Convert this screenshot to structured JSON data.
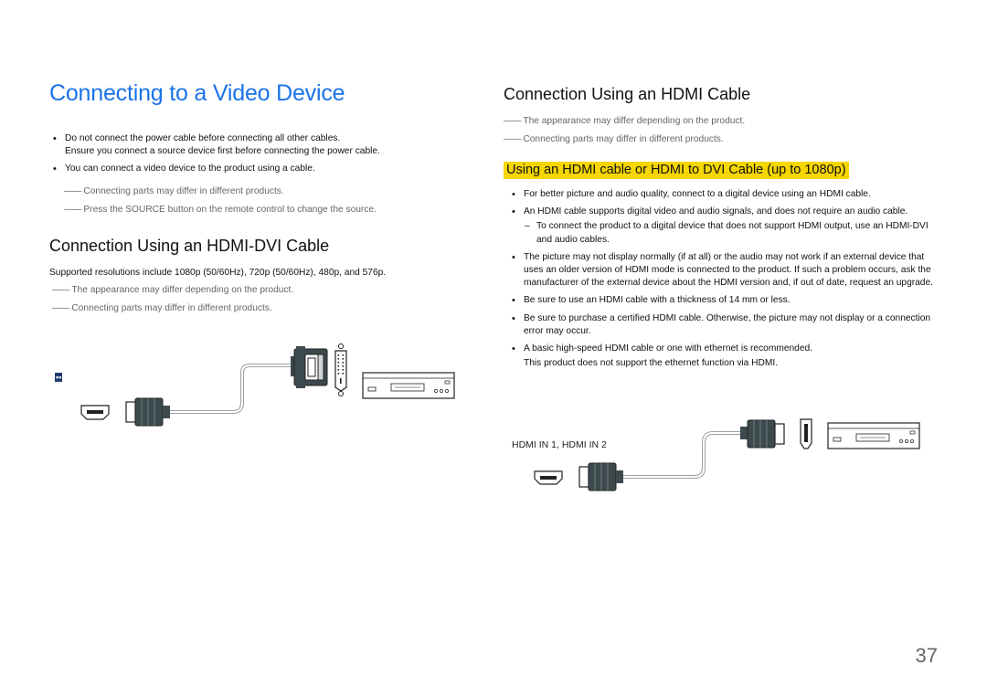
{
  "page": {
    "title": "Connecting to a Video Device",
    "number": "37"
  },
  "left": {
    "bullets": [
      {
        "line1": "Do not connect the power cable before connecting all other cables.",
        "line2": "Ensure you connect a source device first before connecting the power cable."
      },
      {
        "line1": "You can connect a video device to the product using a cable."
      }
    ],
    "notes": [
      "Connecting parts may differ in different products.",
      "Press the SOURCE button on the remote control to change the source."
    ],
    "hdmi_dvi": {
      "heading": "Connection Using an HDMI-DVI Cable",
      "resolutions": "Supported resolutions include 1080p (50/60Hz), 720p (50/60Hz), 480p, and 576p.",
      "notes": [
        "The appearance may differ depending on the product.",
        "Connecting parts may differ in different products."
      ],
      "port_label": "▪▪"
    }
  },
  "right": {
    "heading": "Connection Using an HDMI Cable",
    "notes": [
      "The appearance may differ depending on the product.",
      "Connecting parts may differ in different products."
    ],
    "subheading": "Using an HDMI cable or HDMI to DVI Cable (up to 1080p)",
    "bullets": [
      {
        "text": "For better picture and audio quality, connect to a digital device using an HDMI cable."
      },
      {
        "text": "An HDMI cable supports digital video and audio signals, and does not require an audio cable.",
        "dash": "To connect the product to a digital device that does not support HDMI output, use an HDMI-DVI and audio cables."
      },
      {
        "text": "The picture may not display normally (if at all) or the audio may not work if an external device that uses an older version of HDMI mode is connected to the product. If such a problem occurs, ask the manufacturer of the external device about the HDMI version and, if out of date, request an upgrade."
      },
      {
        "text": "Be sure to use an HDMI cable with a thickness of 14 mm or less."
      },
      {
        "text": "Be sure to purchase a certified HDMI cable. Otherwise, the picture may not display or a connection error may occur."
      },
      {
        "text": "A basic high-speed HDMI cable or one with ethernet is recommended.",
        "sub": "This product does not support the ethernet function via HDMI."
      }
    ],
    "port_label": "HDMI IN 1, HDMI IN 2"
  },
  "colors": {
    "title": "#1a73e8",
    "highlight": "#f5d600",
    "connector": "#3d4a4d"
  },
  "icons": [
    "hdmi-port-icon",
    "hdmi-plug-icon",
    "dvi-plug-icon",
    "dvi-port-icon",
    "video-player-icon"
  ]
}
